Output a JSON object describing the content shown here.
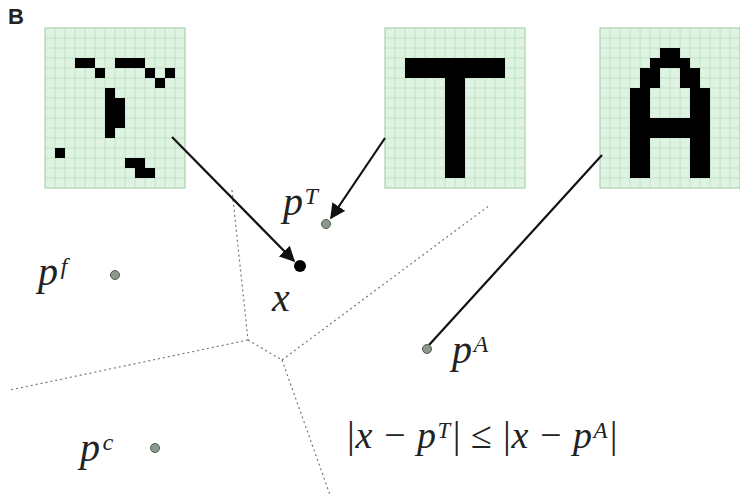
{
  "diagram": {
    "labels": [
      "B",
      "pᵀ",
      "pᶠ",
      "x",
      "pᴬ",
      "pᶜ",
      "|x − pᵀ| ≤ |x − pᴬ|"
    ]
  }
}
